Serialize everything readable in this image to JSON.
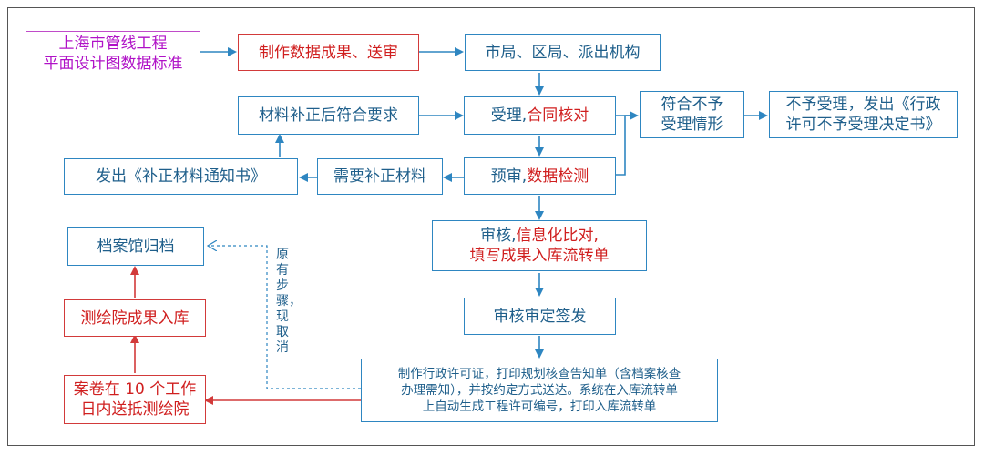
{
  "nodes": {
    "standard": [
      "上海市管线工程",
      "平面设计图数据标准"
    ],
    "make_submit": "制作数据成果、送审",
    "bureaus": "市局、区局、派出机构",
    "materials_ok": "材料补正后符合要求",
    "accept_part1": "受理,",
    "accept_part2": "合同核对",
    "not_meet": [
      "符合不予",
      "受理情形"
    ],
    "not_accept": [
      "不予受理，发出《行政",
      "许可不予受理决定书》"
    ],
    "issue_notice": "发出《补正材料通知书》",
    "need_supplement": "需要补正材料",
    "pre_review_part1": "预审,",
    "pre_review_part2": "数据检测",
    "review_line1_a": "审核,",
    "review_line1_b": "信息化比对,",
    "review_line2": "填写成果入库流转单",
    "approve": "审核审定签发",
    "archive": "档案馆归档",
    "survey_store": "测绘院成果入库",
    "deliver": [
      "案卷在 10 个工作",
      "日内送抵测绘院"
    ],
    "final": [
      "制作行政许可证，打印规划核查告知单（含档案核查",
      "办理需知），并按约定方式送达。系统在入库流转单",
      "上自动生成工程许可编号，打印入库流转单"
    ]
  },
  "note_vertical": "原有步骤，现取消"
}
